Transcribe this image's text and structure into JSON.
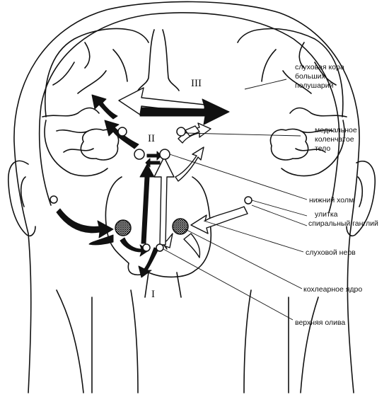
{
  "labels": {
    "cortex": [
      "слуховая кора",
      "больших",
      "полушарий"
    ],
    "mgb": [
      "медиальное",
      "коленчатое",
      "тело"
    ],
    "inferior_colliculus": "нижний холм",
    "cochlea": "улитка",
    "spiral_ganglion": "спиральный ганглий",
    "auditory_nerve": "слуховой нерв",
    "cochlear_nucleus": "кохлеарное ядро",
    "superior_olive": "верхняя олива"
  },
  "levels": {
    "one": "I",
    "two": "II",
    "three": "III"
  },
  "colors": {
    "ink": "#111111",
    "paper": "#ffffff"
  }
}
